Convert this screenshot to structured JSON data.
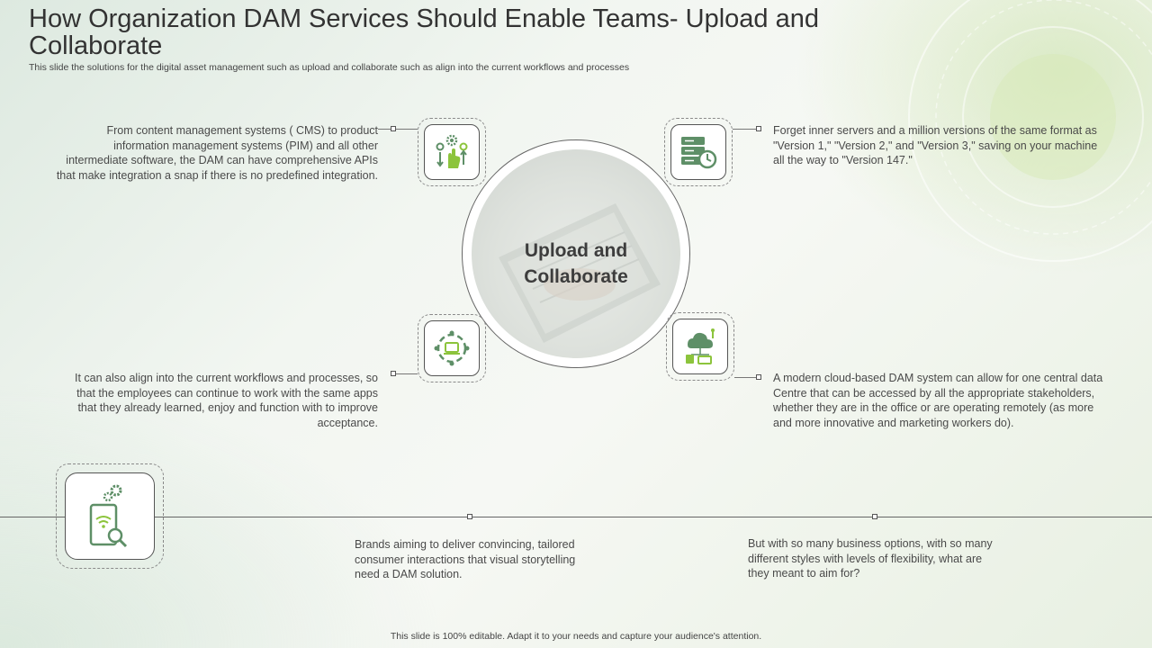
{
  "header": {
    "title": "How Organization DAM Services  Should Enable Teams- Upload and Collaborate",
    "subtitle": "This slide the solutions for the digital asset management such as upload and collaborate such as align into the current workflows and processes"
  },
  "center": {
    "line1": "Upload and",
    "line2": "Collaborate"
  },
  "blocks": {
    "top_left": "From content management systems ( CMS) to product information management systems (PIM) and all other intermediate software, the DAM can have comprehensive APIs that make integration a snap if there is no predefined integration.",
    "top_right": "Forget inner servers and a million versions of the same format as \"Version 1,\" \"Version 2,\" and \"Version 3,\" saving on your machine all the way to \"Version 147.\"",
    "mid_left": "It can also align into the current workflows and processes, so that the employees can continue to work with the same apps that they already learned, enjoy and function with to improve acceptance.",
    "mid_right": "A modern cloud-based DAM system can allow for one central data Centre that can be accessed by all the appropriate stakeholders, whether they are in the office or are operating remotely (as more and more innovative and marketing workers do).",
    "bottom_center": "Brands aiming to deliver convincing, tailored consumer interactions that visual storytelling need a DAM solution.",
    "bottom_right": "But with so many business options, with so many different styles with levels of flexibility, what are they meant to aim for?"
  },
  "footer": {
    "text": "This slide is 100% editable. Adapt it to your needs and capture your audience's attention."
  },
  "colors": {
    "icon_green": "#5e8f67",
    "icon_lime": "#8cc43c"
  },
  "icons": {
    "top_left": "gear-hand-icon",
    "top_right": "server-clock-icon",
    "mid_left": "workflow-cycle-icon",
    "mid_right": "cloud-network-icon",
    "bottom_left": "mobile-search-icon"
  }
}
